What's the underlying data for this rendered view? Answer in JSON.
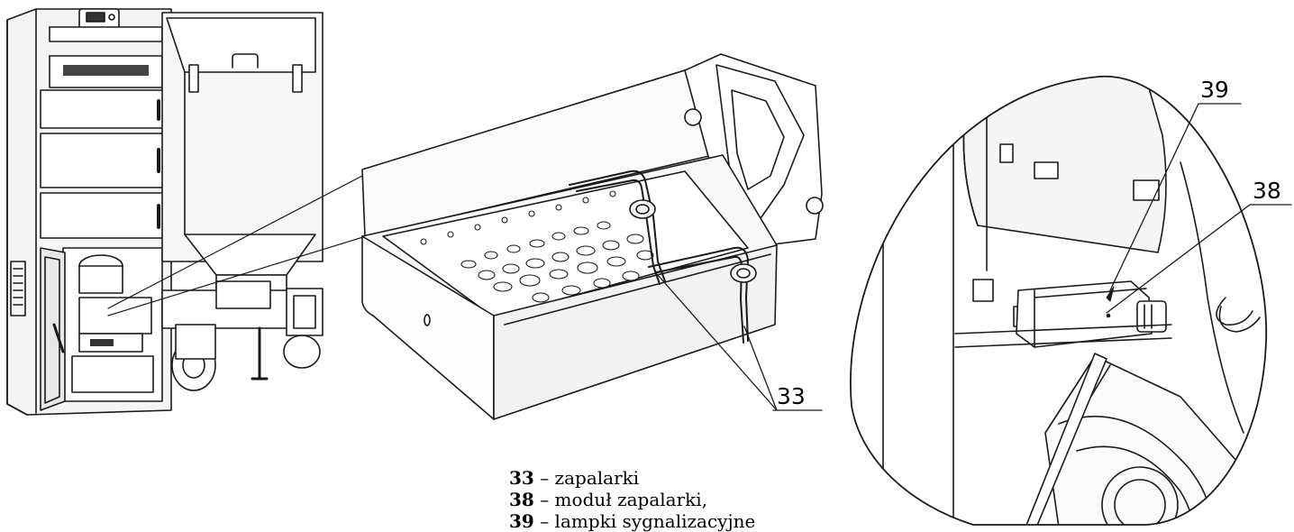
{
  "figure": {
    "callouts": [
      {
        "id": "33",
        "label": "33"
      },
      {
        "id": "38",
        "label": "38"
      },
      {
        "id": "39",
        "label": "39"
      }
    ],
    "legend": [
      {
        "number": "33",
        "text": " – zapalarki"
      },
      {
        "number": "38",
        "text": " – moduł zapalarki,"
      },
      {
        "number": "39",
        "text": " – lampki sygnalizacyjne"
      }
    ]
  }
}
